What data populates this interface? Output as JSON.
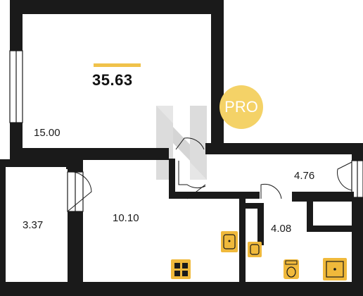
{
  "plan": {
    "total_area": "35.63",
    "badge": "PRO",
    "rooms": [
      {
        "label": "15.00"
      },
      {
        "label": "4.76"
      },
      {
        "label": "3.37"
      },
      {
        "label": "10.10"
      },
      {
        "label": "4.08"
      }
    ],
    "colors": {
      "wall": "#1a1a1a",
      "accent": "#f0c24a",
      "badge": "#f4d267",
      "fixture": "#f0b93b",
      "logo": "#c8c8c8"
    }
  }
}
